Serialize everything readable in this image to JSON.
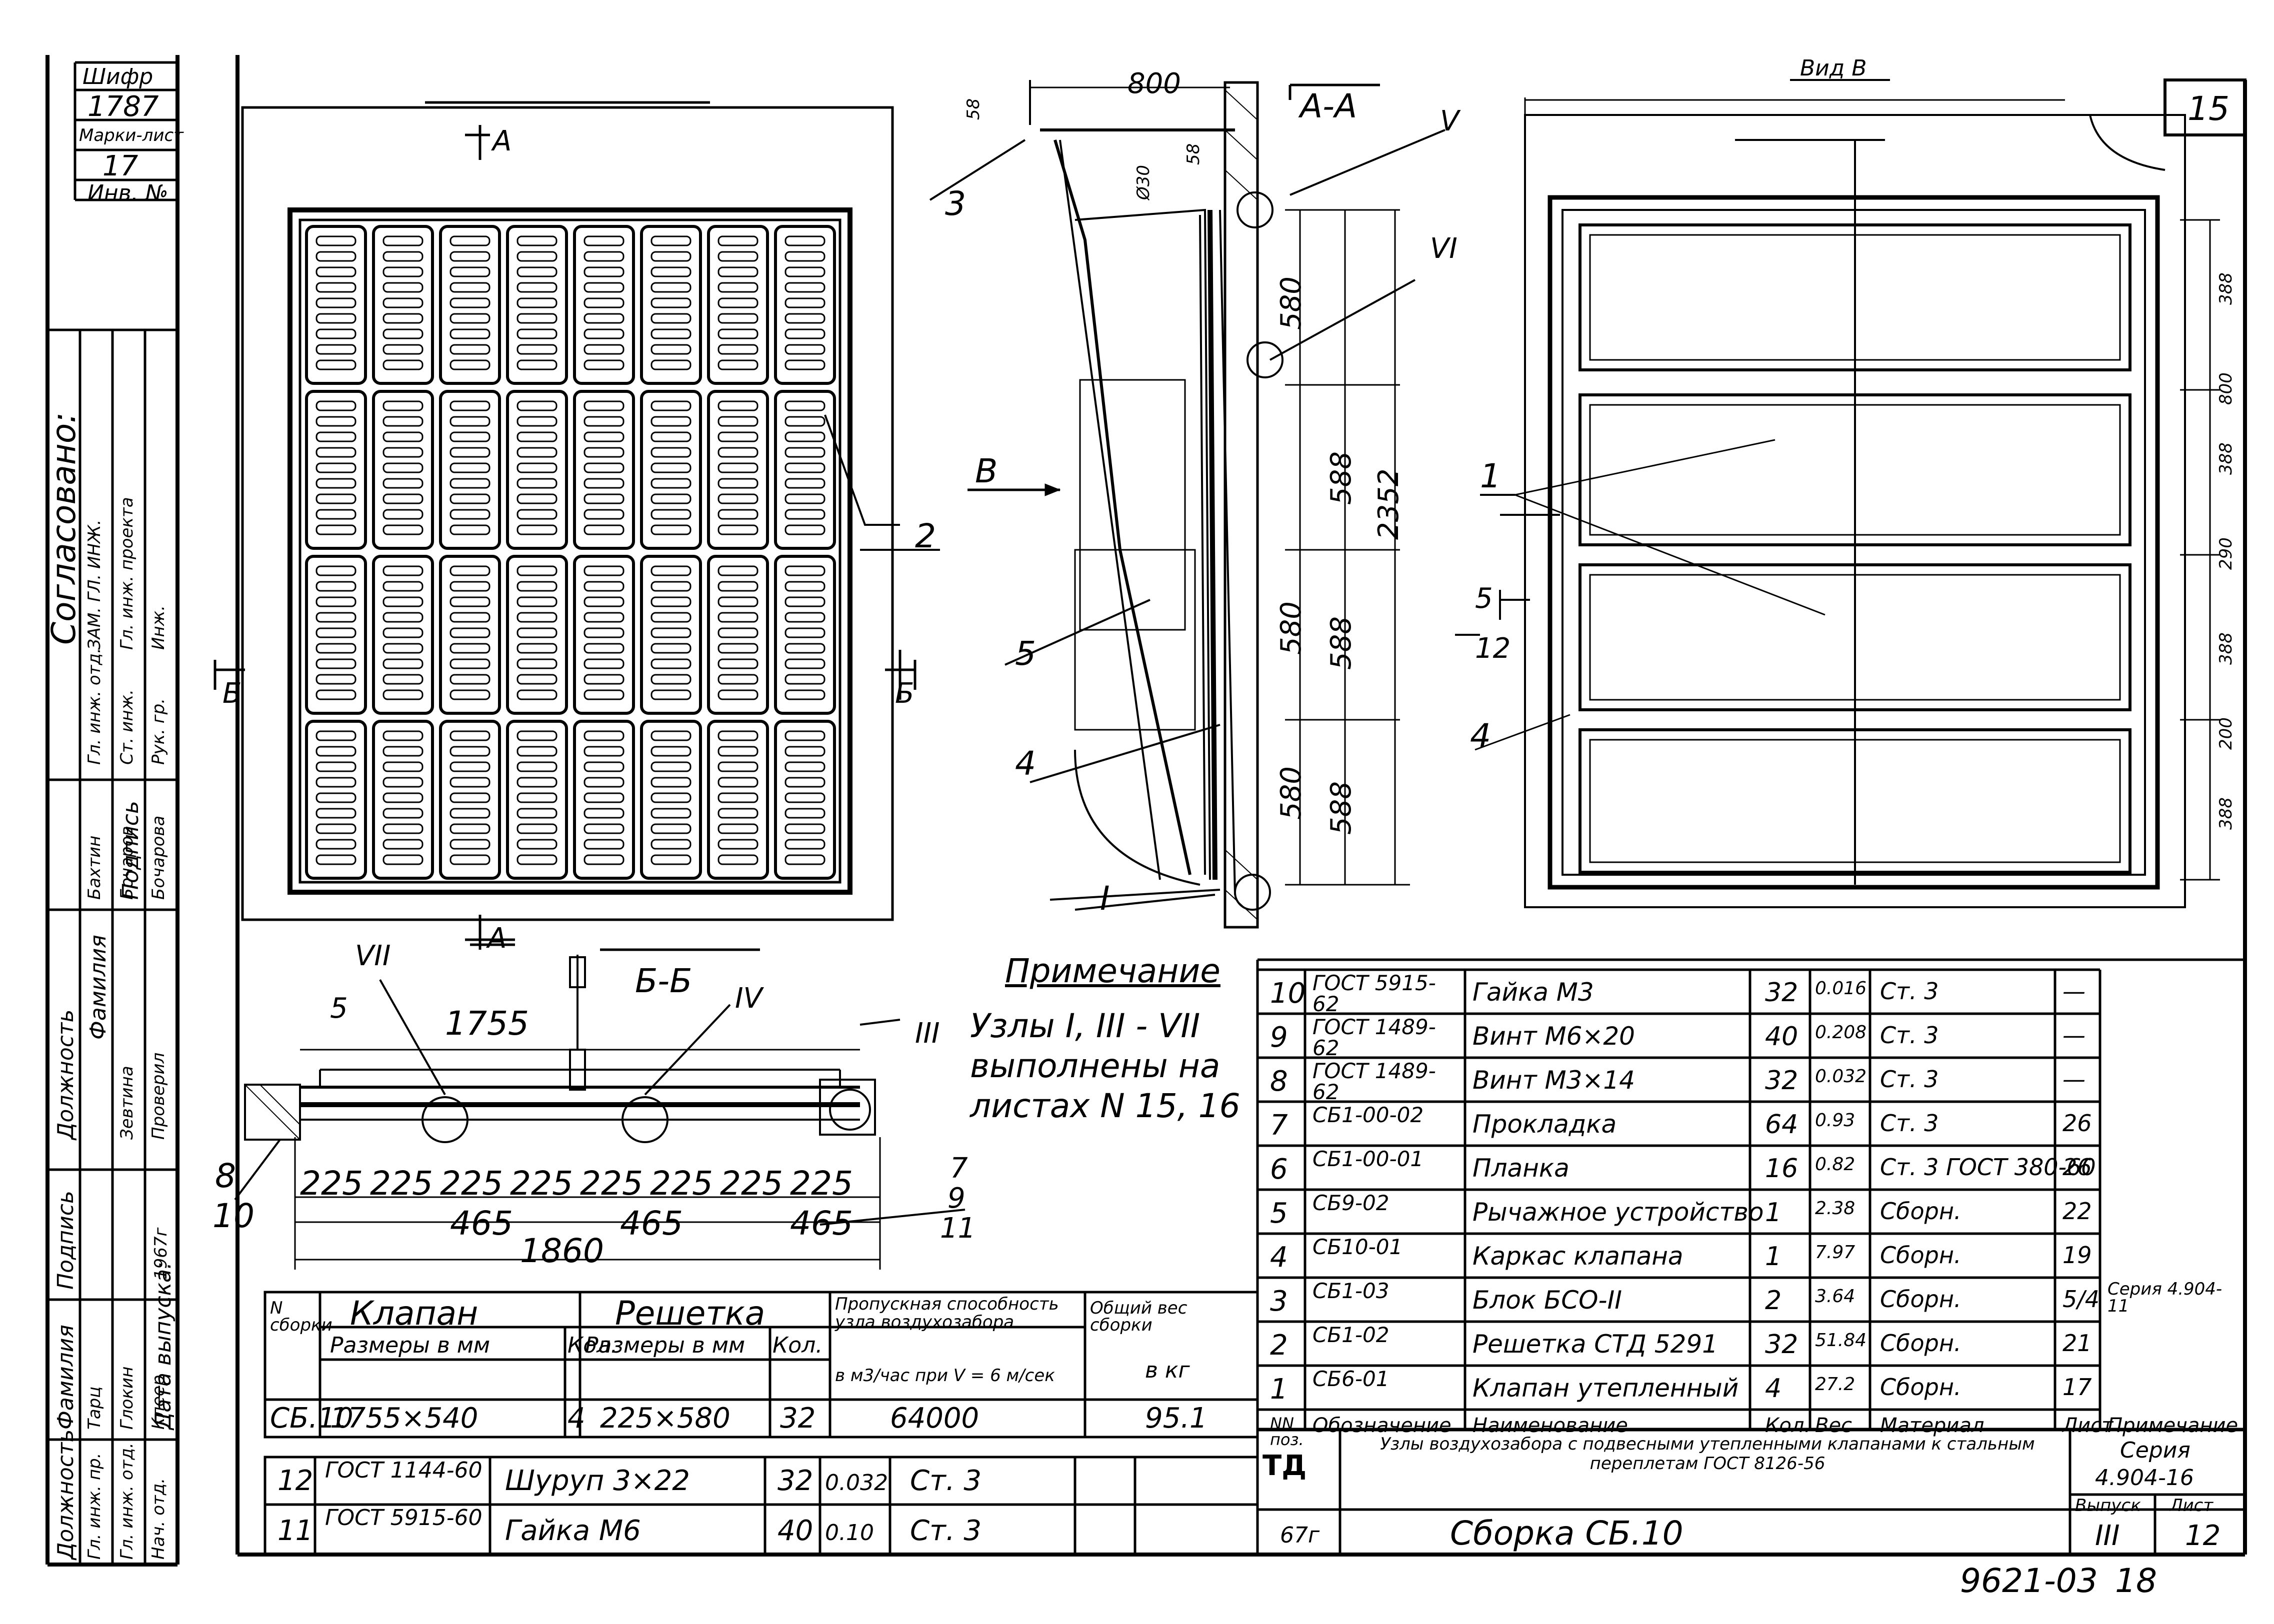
{
  "stamp": {
    "shifr_label": "Шифр",
    "shifr_value": "1787",
    "mark_label": "Марки-лист",
    "mark_value": "17",
    "inv_label": "Инв. №"
  },
  "sheet_number": "15",
  "approval": {
    "agreed": "Согласовано:",
    "columns": [
      "Должность",
      "Фамилия",
      "Подпись"
    ],
    "rows": [
      [
        "Гл. инж. отд.",
        "Бахтин"
      ],
      [
        "Ст. инж.",
        "Бочаров"
      ],
      [
        "Рук. гр.",
        "Бочарова"
      ],
      [
        "Проверил",
        "Зевтина"
      ]
    ],
    "extra": [
      "ЗАМ. ГЛ. ИНЖ.",
      "Гл. инж. проекта",
      "Инж."
    ]
  },
  "left_signature_block": {
    "columns": [
      "Должность",
      "Фамилия",
      "Подпись"
    ],
    "rows": [
      [
        "Гл. инж. пр.",
        "Тарц"
      ],
      [
        "Гл. инж. отд.",
        "Глокин"
      ],
      [
        "Нач. отд.",
        "Клеер"
      ]
    ],
    "release_date": "Дата выпуска:",
    "date_value": "1967г"
  },
  "views": {
    "section_aa": "А-А",
    "view_b": "Вид В",
    "section_bb": "Б-Б",
    "marker_a": "А",
    "marker_b": "Б",
    "marker_v": "В"
  },
  "dimensions": {
    "aa_top": "800",
    "aa_d1": "58",
    "aa_d2": "Ø30",
    "aa_d3": "58",
    "aa_580_1": "580",
    "aa_580_2": "580",
    "aa_580_3": "580",
    "aa_588_1": "588",
    "aa_588_2": "588",
    "aa_588_3": "588",
    "aa_total": "2352",
    "right_388_1": "388",
    "right_800": "800",
    "right_388_2": "388",
    "right_290": "290",
    "right_388_3": "388",
    "right_200": "200",
    "right_388_4": "388",
    "bb_1755": "1755",
    "bb_225_row": [
      "225",
      "225",
      "225",
      "225",
      "225",
      "225",
      "225",
      "225"
    ],
    "bb_465_row": [
      "465",
      "465",
      "465"
    ],
    "bb_1860": "1860"
  },
  "callouts": {
    "n1": "1",
    "n2": "2",
    "n3": "3",
    "n4": "4",
    "n4b": "4",
    "n5": "5",
    "n5b": "5",
    "n5c": "5",
    "n7": "7",
    "n8": "8",
    "n9": "9",
    "n10": "10",
    "n11": "11",
    "n12": "12",
    "nI": "I",
    "nIII": "III",
    "nIV": "IV",
    "nV": "V",
    "nVI": "VI",
    "nVII": "VII"
  },
  "note": {
    "title": "Примечание",
    "line1": "Узлы I, III - VII",
    "line2": "выполнены на",
    "line3": "листах N 15, 16"
  },
  "spec_table": {
    "headers": [
      "NN поз.",
      "Обозначение",
      "Наименование",
      "Кол.",
      "Вес",
      "Материал",
      "Лист",
      "Примечание"
    ],
    "rows": [
      [
        "10",
        "ГОСТ 5915-62",
        "Гайка М3",
        "32",
        "0.016",
        "Ст. 3",
        "—",
        ""
      ],
      [
        "9",
        "ГОСТ 1489-62",
        "Винт М6×20",
        "40",
        "0.208",
        "Ст. 3",
        "—",
        ""
      ],
      [
        "8",
        "ГОСТ 1489-62",
        "Винт М3×14",
        "32",
        "0.032",
        "Ст. 3",
        "—",
        ""
      ],
      [
        "7",
        "СБ1-00-02",
        "Прокладка",
        "64",
        "0.93",
        "Ст. 3",
        "26",
        ""
      ],
      [
        "6",
        "СБ1-00-01",
        "Планка",
        "16",
        "0.82",
        "Ст. 3 ГОСТ 380-60",
        "26",
        ""
      ],
      [
        "5",
        "СБ9-02",
        "Рычажное устройство",
        "1",
        "2.38",
        "Сборн.",
        "22",
        ""
      ],
      [
        "4",
        "СБ10-01",
        "Каркас клапана",
        "1",
        "7.97",
        "Сборн.",
        "19",
        ""
      ],
      [
        "3",
        "СБ1-03",
        "Блок БСО-II",
        "2",
        "3.64",
        "Сборн.",
        "5/4",
        "Серия 4.904-11"
      ],
      [
        "2",
        "СБ1-02",
        "Решетка СТД 5291",
        "32",
        "51.84",
        "Сборн.",
        "21",
        ""
      ],
      [
        "1",
        "СБ6-01",
        "Клапан утепленный",
        "4",
        "27.2",
        "Сборн.",
        "17",
        ""
      ]
    ]
  },
  "summary_table": {
    "h_num": "N сборки",
    "h_valve": "Клапан",
    "h_grate": "Решетка",
    "h_capacity": "Пропускная способность узла воздухозабора",
    "h_capacity_unit": "в м3/час при V = 6 м/сек",
    "h_weight": "Общий вес сборки",
    "h_weight_unit": "в кг",
    "h_sizes": "Размеры в мм",
    "h_qty": "Кол.",
    "row": [
      "СБ.10",
      "1755×540",
      "4",
      "225×580",
      "32",
      "64000",
      "95.1"
    ]
  },
  "bottom_rows": [
    [
      "12",
      "ГОСТ 1144-60",
      "Шуруп 3×22",
      "32",
      "0.032",
      "Ст. 3"
    ],
    [
      "11",
      "ГОСТ 5915-60",
      "Гайка М6",
      "40",
      "0.10",
      "Ст. 3"
    ]
  ],
  "title_block": {
    "org": "ТД",
    "title": "Узлы воздухозабора с подвесными утепленными клапанами к стальным переплетам ГОСТ 8126-56",
    "series_label": "Серия",
    "series_value": "4.904-16",
    "drawing": "Сборка СБ.10",
    "issue_label": "Выпуск",
    "issue_value": "III",
    "sheet_label": "Лист",
    "sheet_value": "12",
    "year": "67г"
  },
  "footer_code": "9621-03",
  "footer_page": "18",
  "colors": {
    "ink": "#000000",
    "paper": "#ffffff"
  }
}
